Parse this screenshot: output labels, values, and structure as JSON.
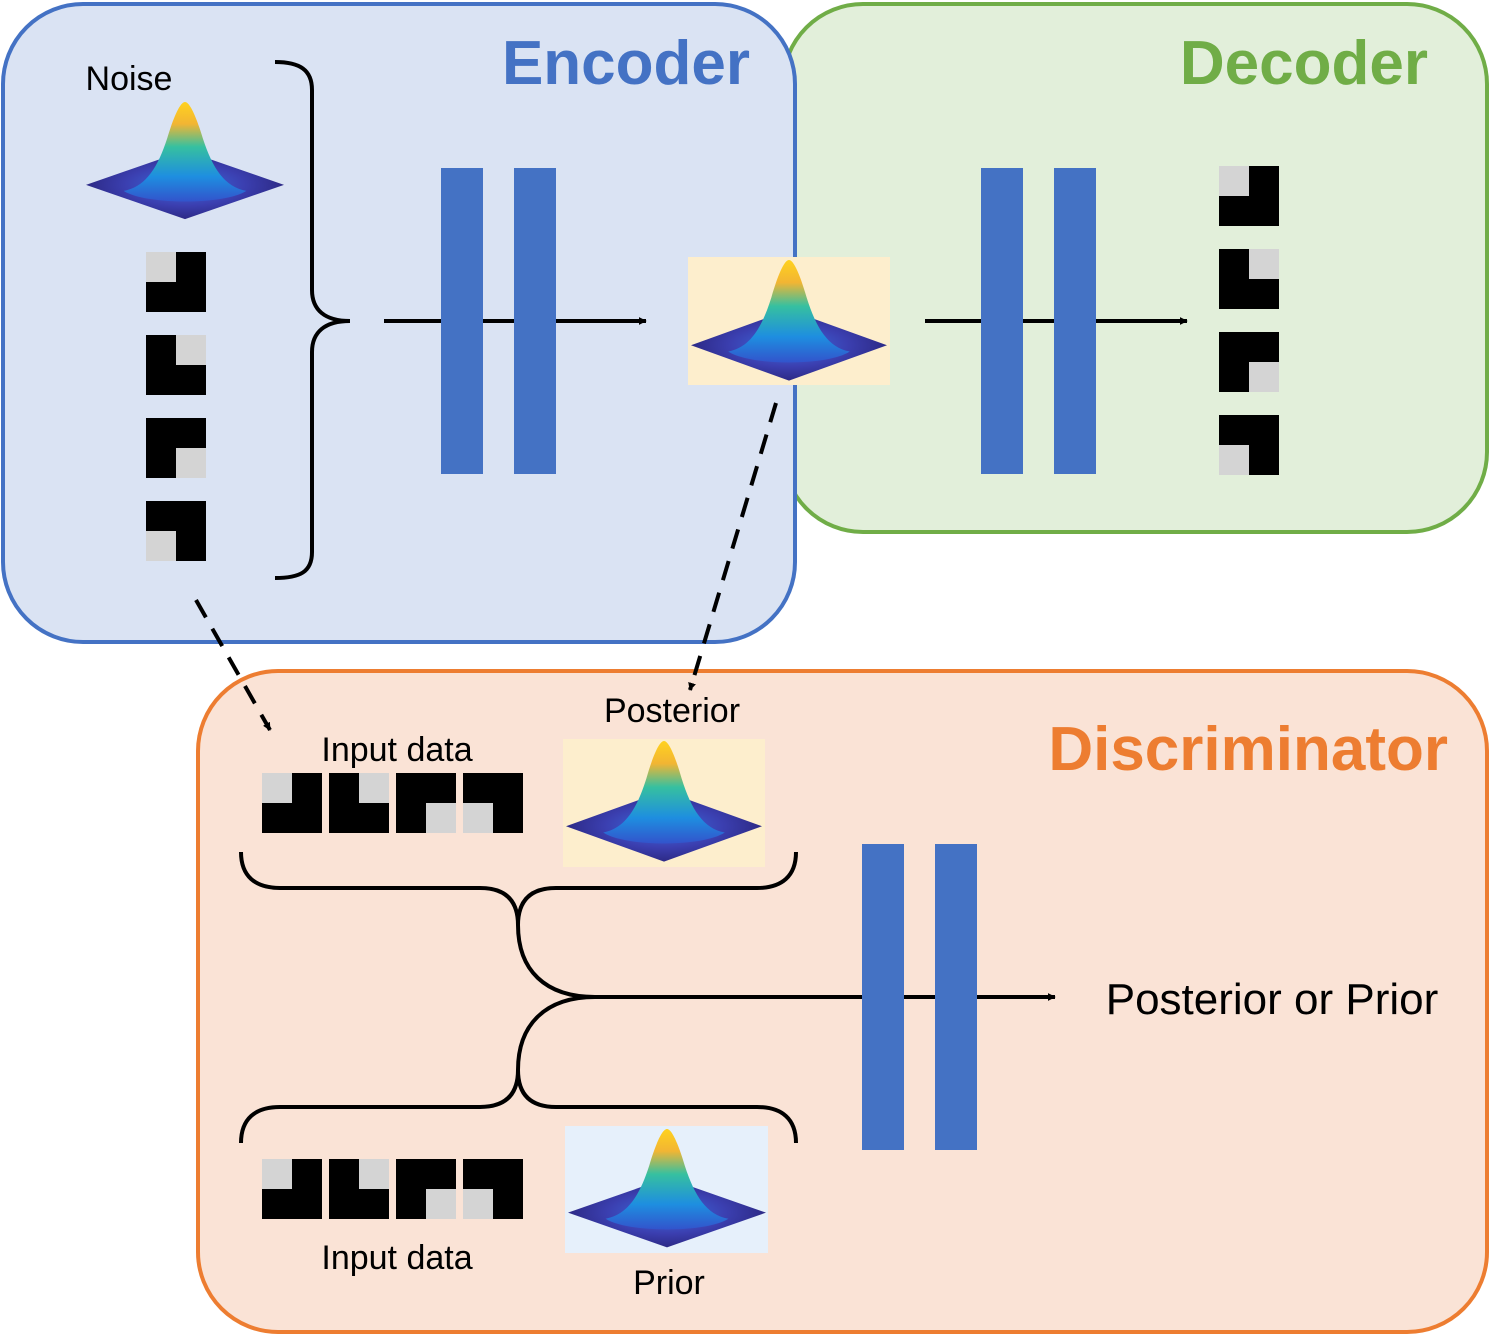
{
  "encoder": {
    "title": "Encoder",
    "noise_label": "Noise"
  },
  "decoder": {
    "title": "Decoder"
  },
  "discriminator": {
    "title": "Discriminator",
    "posterior_label": "Posterior",
    "prior_label": "Prior",
    "input_data_top_label": "Input data",
    "input_data_bottom_label": "Input data",
    "output_label": "Posterior or Prior"
  },
  "colors": {
    "encoder_fill": "#dae3f3",
    "encoder_stroke": "#4472c4",
    "decoder_fill": "#e2efda",
    "decoder_stroke": "#70ad47",
    "discriminator_fill": "#fae3d6",
    "discriminator_stroke": "#ed7d31",
    "layer_bar": "#4472c4",
    "posterior_bg": "#fdeecd",
    "prior_bg": "#e6f0fb",
    "pixel_light": "#d4d4d4",
    "pixel_dark": "#000000"
  },
  "patterns": {
    "encoder_inputs": [
      "TL",
      "TR",
      "BR",
      "BL"
    ],
    "decoder_outputs": [
      "TL",
      "TR",
      "BR",
      "BL"
    ],
    "disc_top_inputs": [
      "TL",
      "TR",
      "BR",
      "BL"
    ],
    "disc_bottom_inputs": [
      "TL",
      "TR",
      "BR",
      "BL"
    ]
  }
}
